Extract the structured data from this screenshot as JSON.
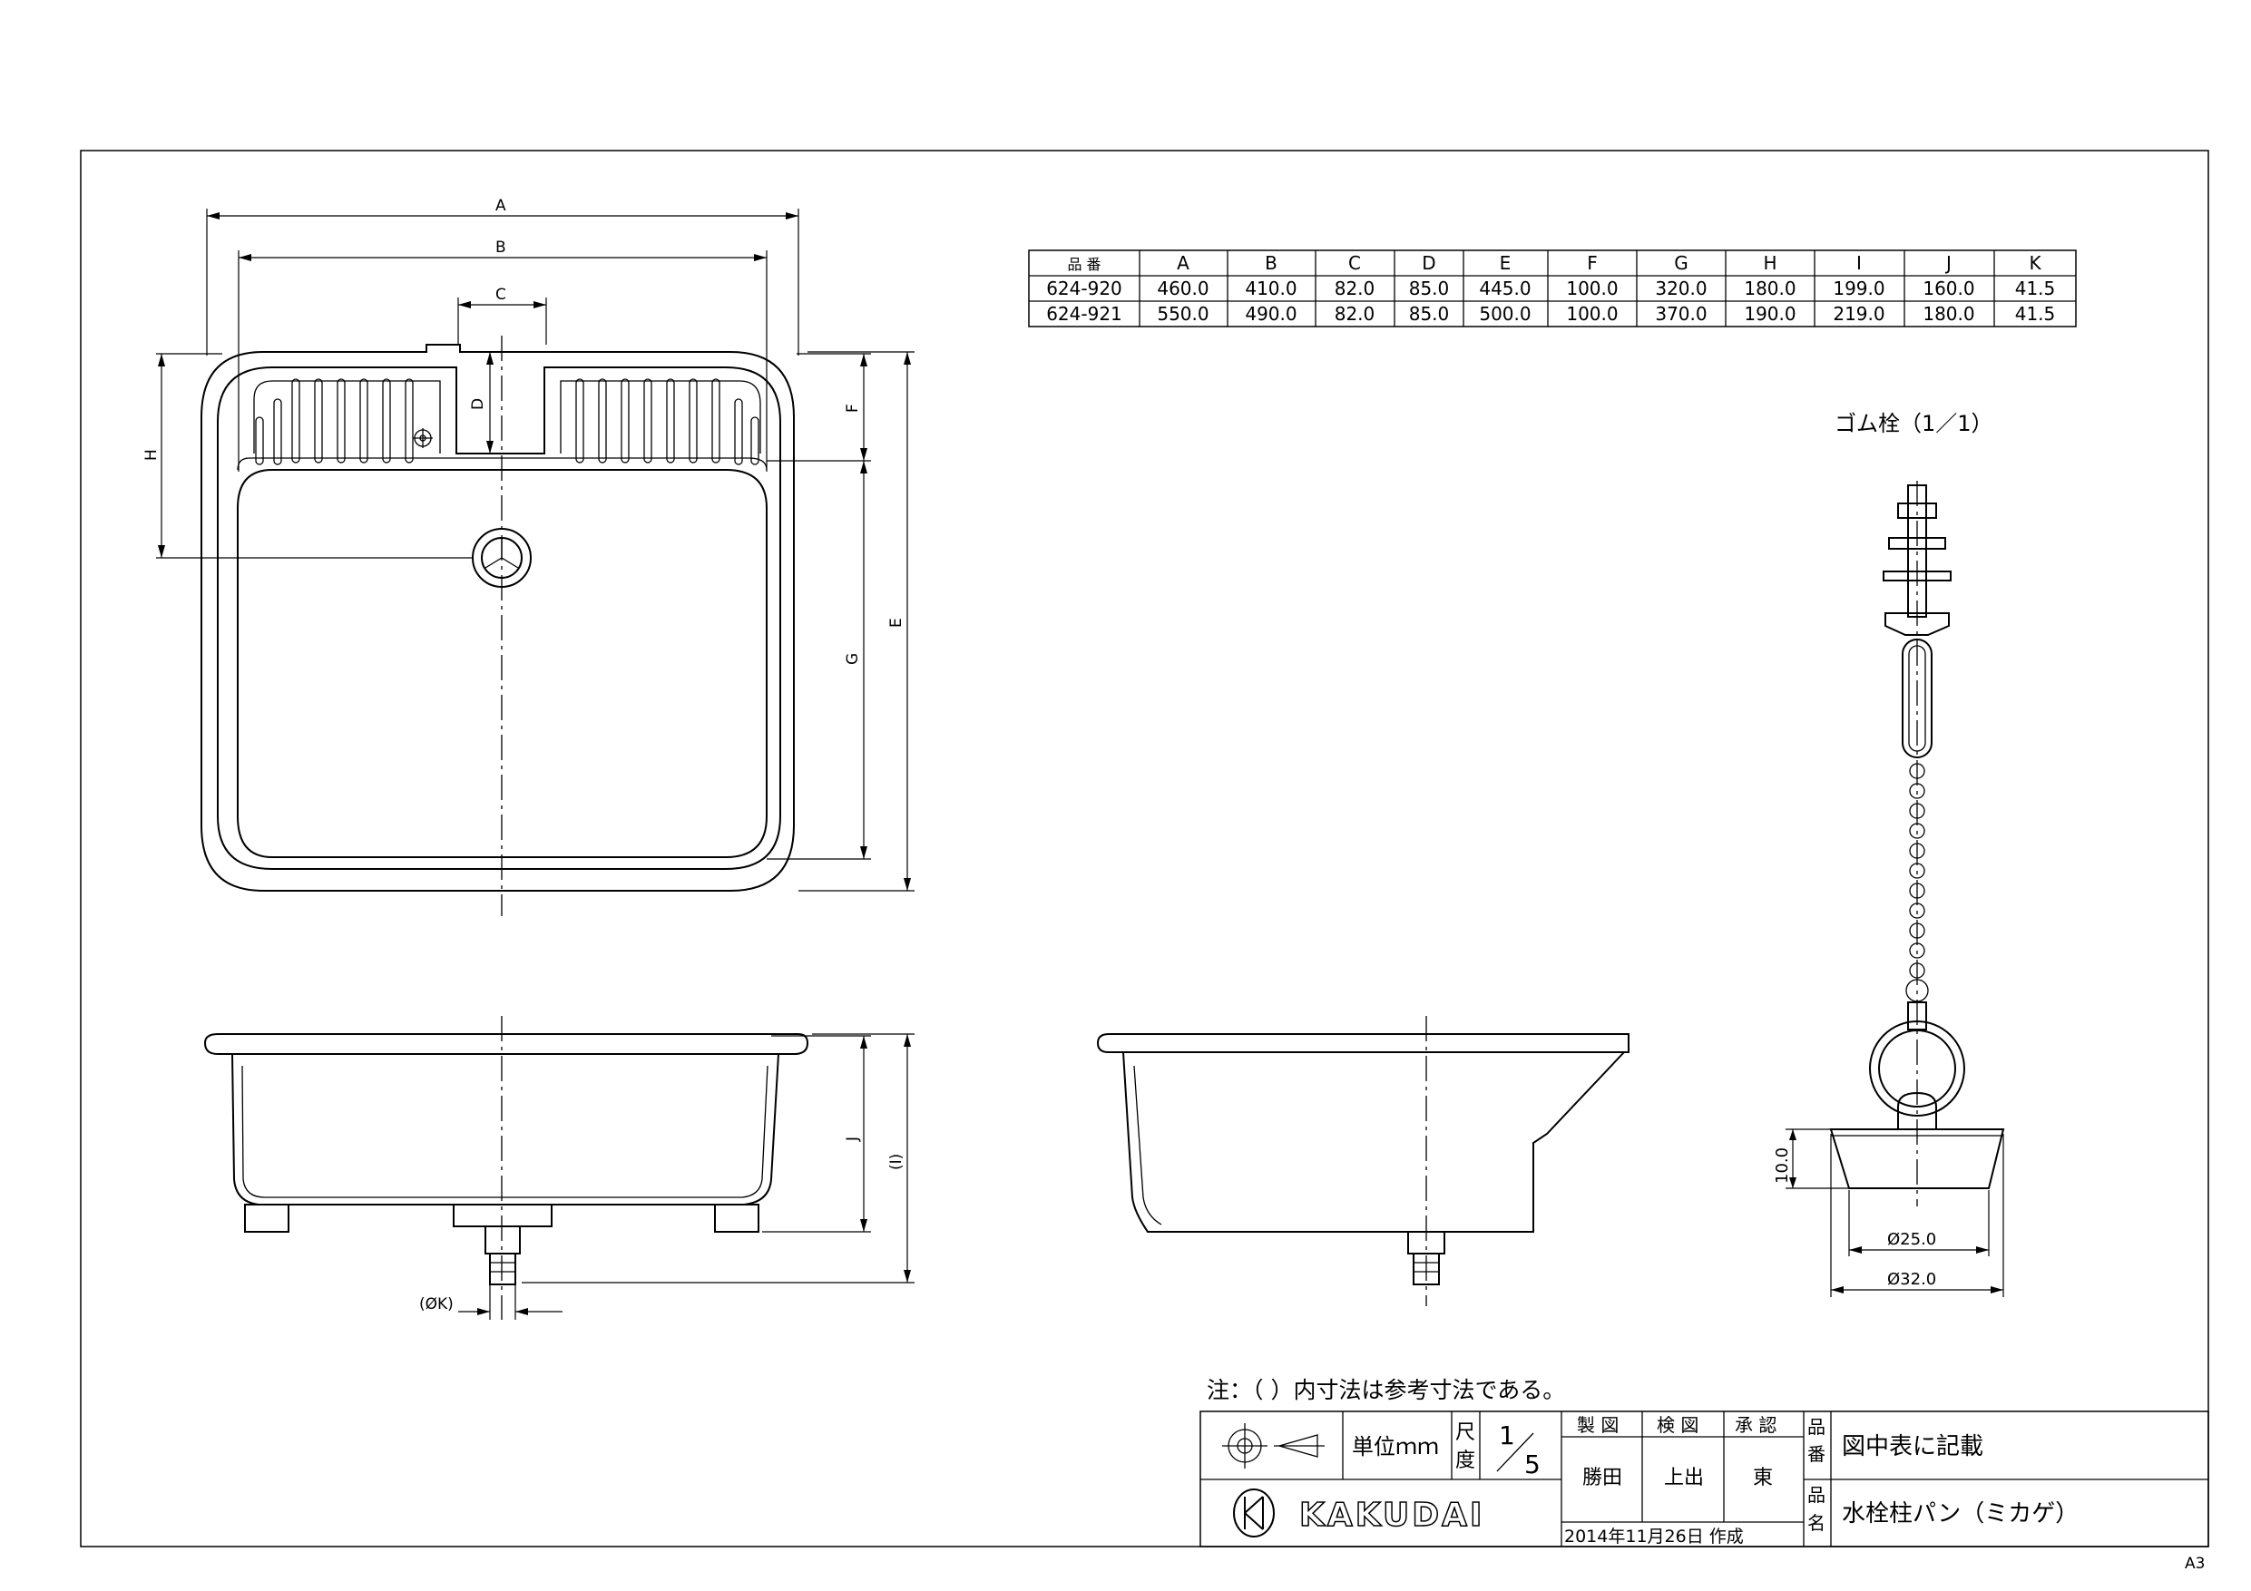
{
  "dims": {
    "A": "A",
    "B": "B",
    "C": "C",
    "D": "D",
    "E": "E",
    "F": "F",
    "G": "G",
    "H": "H",
    "I": "(I)",
    "J": "J",
    "K": "(ØK)"
  },
  "table": {
    "headers": [
      "品 番",
      "A",
      "B",
      "C",
      "D",
      "E",
      "F",
      "G",
      "H",
      "I",
      "J",
      "K"
    ],
    "rows": [
      [
        "624-920",
        "460.0",
        "410.0",
        "82.0",
        "85.0",
        "445.0",
        "100.0",
        "320.0",
        "180.0",
        "199.0",
        "160.0",
        "41.5"
      ],
      [
        "624-921",
        "550.0",
        "490.0",
        "82.0",
        "85.0",
        "500.0",
        "100.0",
        "370.0",
        "190.0",
        "219.0",
        "180.0",
        "41.5"
      ]
    ]
  },
  "stopper": {
    "title": "ゴム栓（1／1）",
    "height": "10.0",
    "d1": "Ø25.0",
    "d2": "Ø32.0"
  },
  "note": "注：（ ）内寸法は参考寸法である。",
  "titleblock": {
    "unit": "単位ｍｍ",
    "scale_label_1": "尺",
    "scale_label_2": "度",
    "scale_num": "1",
    "scale_den": "5",
    "seizu": "製 図",
    "kenzu": "検 図",
    "shounin": "承 認",
    "drafter": "勝田",
    "checker": "上出",
    "approver": "東",
    "hinban_label_1": "品",
    "hinban_label_2": "番",
    "hinban_value": "図中表に記載",
    "hinmei_label_1": "品",
    "hinmei_label_2": "名",
    "hinmei_value": "水栓柱パン（ミカゲ）",
    "date": "2014年11月26日 作成",
    "brand": "KAKUDAI"
  },
  "paper_size": "A3"
}
